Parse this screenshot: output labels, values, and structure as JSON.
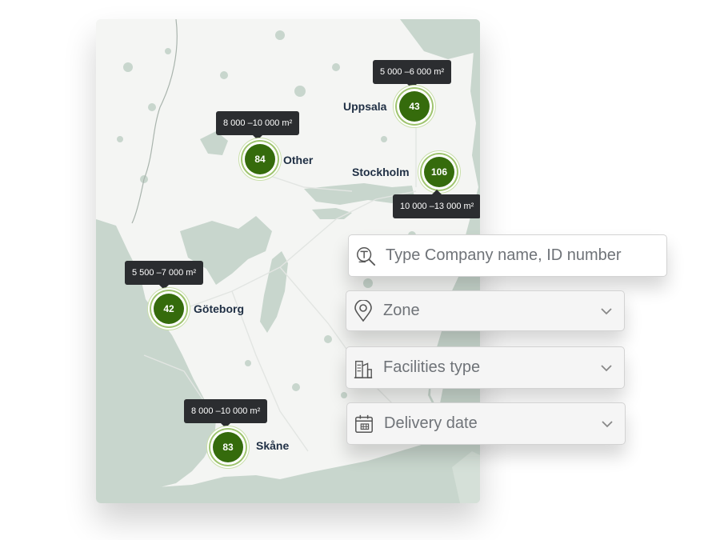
{
  "map": {
    "clusters": [
      {
        "city": "Uppsala",
        "count": "43",
        "area": "5 000 –6 000 m²"
      },
      {
        "city": "Other",
        "count": "84",
        "area": "8 000 –10 000 m²"
      },
      {
        "city": "Stockholm",
        "count": "106",
        "area": "10 000 –13 000 m²"
      },
      {
        "city": "Göteborg",
        "count": "42",
        "area": "5 500 –7 000 m²"
      },
      {
        "city": "Skåne",
        "count": "83",
        "area": "8 000 –10 000 m²"
      }
    ],
    "colors": {
      "marker": "#356b0c",
      "water": "#c8d6cd",
      "land": "#f4f5f3",
      "tooltip": "#2b2d30"
    }
  },
  "filters": {
    "search": {
      "placeholder": "Type Company name, ID number",
      "icon": "search-company-icon"
    },
    "zone": {
      "label": "Zone",
      "icon": "location-pin-icon"
    },
    "facilities": {
      "label": "Facilities type",
      "icon": "buildings-icon"
    },
    "delivery": {
      "label": "Delivery date",
      "icon": "calendar-icon"
    }
  }
}
